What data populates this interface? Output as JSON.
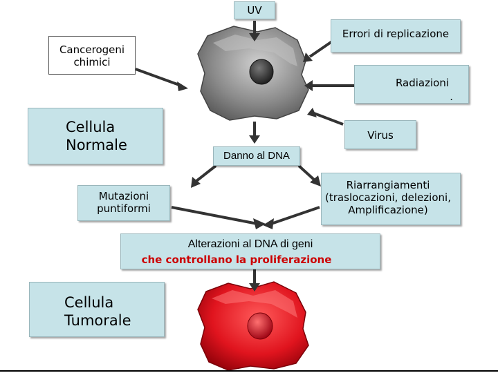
{
  "labels": {
    "uv": "UV",
    "errori": "Errori di replicazione",
    "cancerogeni": "Cancerogeni\nchimici",
    "radiazioni": "Radiazioni",
    "radiazioni_dot": ".",
    "cellula_normale": "Cellula\nNormale",
    "virus": "Virus",
    "danno_dna": "Danno al DNA",
    "mutazioni": "Mutazioni\npuntiformi",
    "riarrangiamenti": "Riarrangiamenti\n(traslocazioni, delezioni,\nAmplificazione)",
    "alterazioni_line1": "Alterazioni al DNA di geni",
    "alterazioni_line2": "che controllano la proliferazione",
    "cellula_tumorale": "Cellula\nTumorale"
  },
  "colors": {
    "box_fill": "#c6e3e8",
    "normal_cell": "#8a8a8a",
    "tumor_cell": "#e0141e",
    "highlight_text": "#cc0000"
  }
}
